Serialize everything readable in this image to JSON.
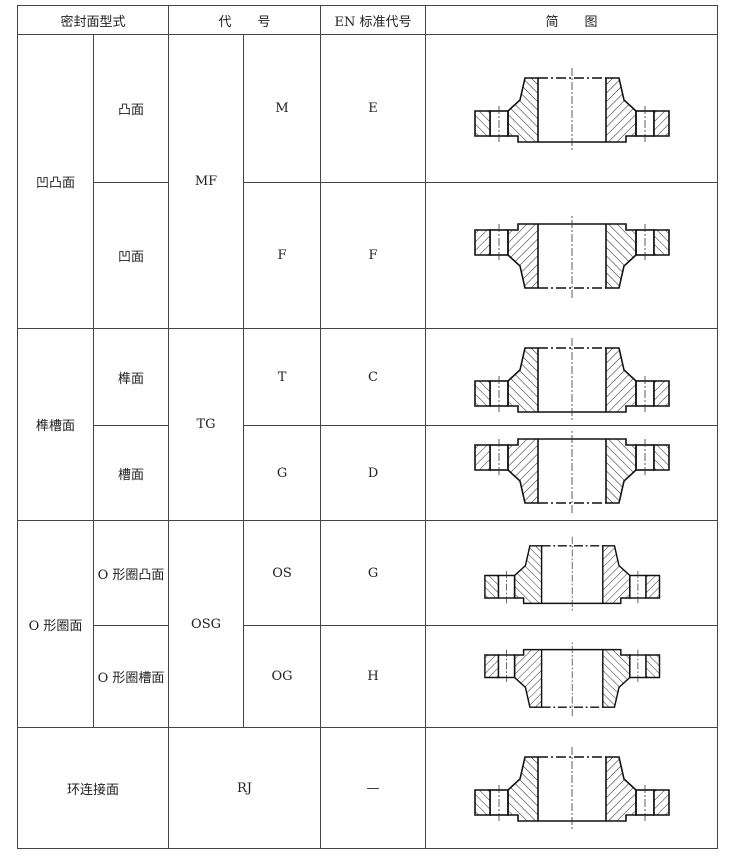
{
  "header": {
    "seal_type": "密封面型式",
    "code": "代　　号",
    "en_code": "EN 标准代号",
    "sketch": "简　　图"
  },
  "groups": [
    {
      "name": "凹凸面",
      "code": "MF",
      "rows": [
        {
          "face": "凸面",
          "sub_code": "M",
          "en": "E"
        },
        {
          "face": "凹面",
          "sub_code": "F",
          "en": "F"
        }
      ]
    },
    {
      "name": "榫槽面",
      "code": "TG",
      "rows": [
        {
          "face": "榫面",
          "sub_code": "T",
          "en": "C"
        },
        {
          "face": "槽面",
          "sub_code": "G",
          "en": "D"
        }
      ]
    },
    {
      "name": "O 形圈面",
      "code": "OSG",
      "rows": [
        {
          "face": "O 形圈凸面",
          "sub_code": "OS",
          "en": "G"
        },
        {
          "face": "O 形圈槽面",
          "sub_code": "OG",
          "en": "H"
        }
      ]
    },
    {
      "name": "环连接面",
      "code": "RJ",
      "en": "—"
    }
  ]
}
